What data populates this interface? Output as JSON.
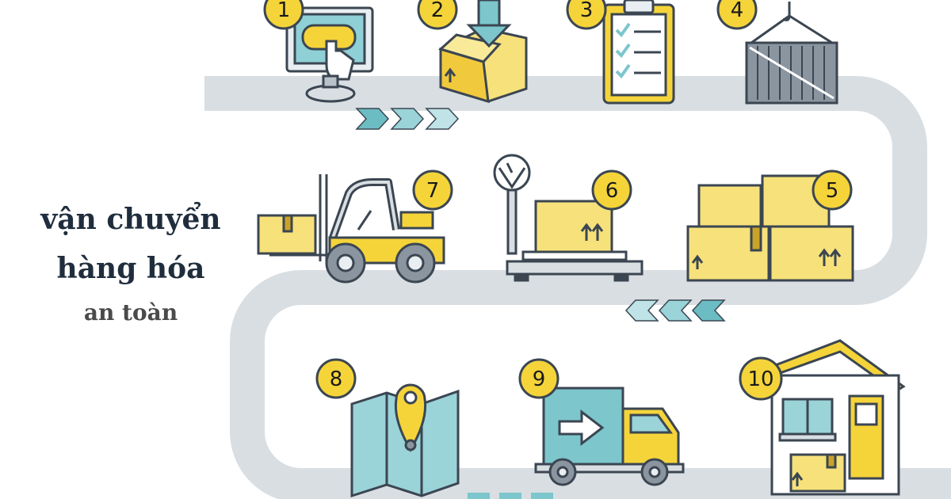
{
  "title": {
    "line1": "vận chuyển",
    "line2": "hàng hóa",
    "line3": "an toàn"
  },
  "steps": [
    {
      "number": "1",
      "icon": "computer-order-icon"
    },
    {
      "number": "2",
      "icon": "box-drop-icon"
    },
    {
      "number": "3",
      "icon": "checklist-clipboard-icon"
    },
    {
      "number": "4",
      "icon": "container-crane-icon"
    },
    {
      "number": "5",
      "icon": "stacked-boxes-icon"
    },
    {
      "number": "6",
      "icon": "weighing-scale-icon"
    },
    {
      "number": "7",
      "icon": "forklift-icon"
    },
    {
      "number": "8",
      "icon": "map-pin-icon"
    },
    {
      "number": "9",
      "icon": "delivery-truck-icon"
    },
    {
      "number": "10",
      "icon": "house-delivery-icon"
    }
  ],
  "colors": {
    "road": "#d9dee2",
    "badge_fill": "#f5d43a",
    "box_fill": "#f7e17a",
    "teal": "#7cc6cc",
    "outline": "#3b4652"
  }
}
